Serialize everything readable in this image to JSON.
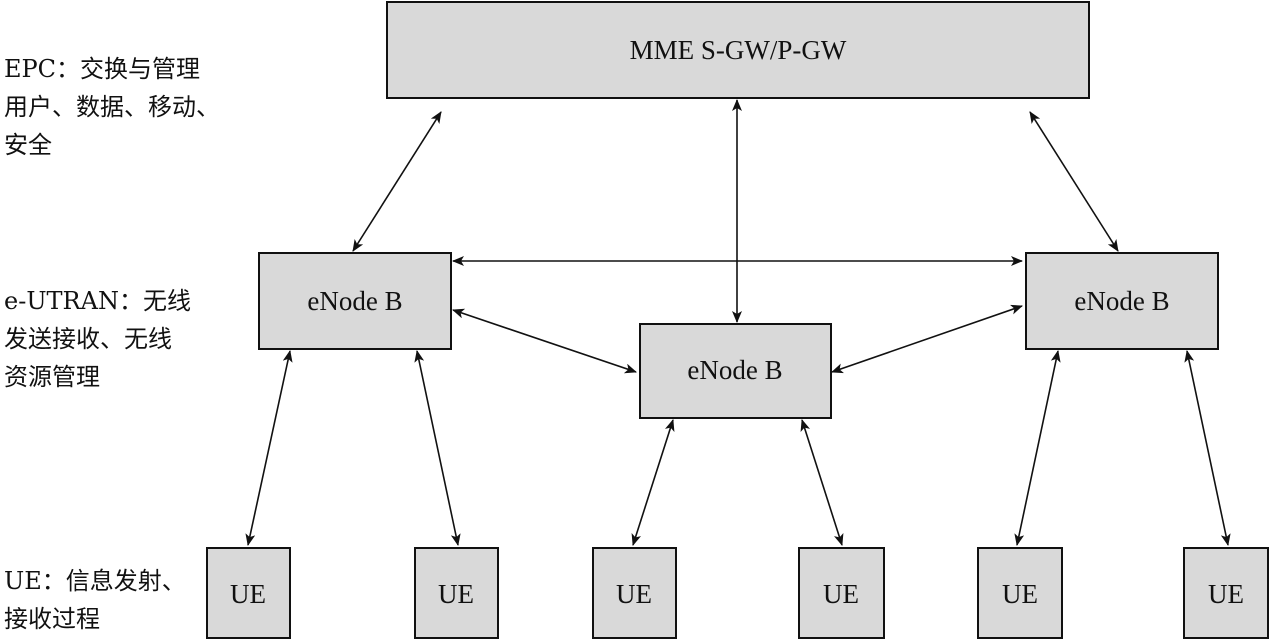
{
  "layers": {
    "epc": {
      "lines": [
        "EPC：交换与管理",
        "用户、数据、移动、",
        "安全"
      ]
    },
    "eutran": {
      "lines": [
        "e-UTRAN：无线",
        "发送接收、无线",
        "资源管理"
      ]
    },
    "ue": {
      "lines": [
        "UE：信息发射、",
        "接收过程"
      ]
    }
  },
  "nodes": {
    "core": {
      "label": "MME S-GW/P-GW"
    },
    "enodeb_left": {
      "label": "eNode B"
    },
    "enodeb_center": {
      "label": "eNode B"
    },
    "enodeb_right": {
      "label": "eNode B"
    },
    "ue_1": {
      "label": "UE"
    },
    "ue_2": {
      "label": "UE"
    },
    "ue_3": {
      "label": "UE"
    },
    "ue_4": {
      "label": "UE"
    },
    "ue_5": {
      "label": "UE"
    },
    "ue_6": {
      "label": "UE"
    }
  },
  "colors": {
    "box_fill": "#d9d9d9",
    "stroke": "#111111"
  }
}
